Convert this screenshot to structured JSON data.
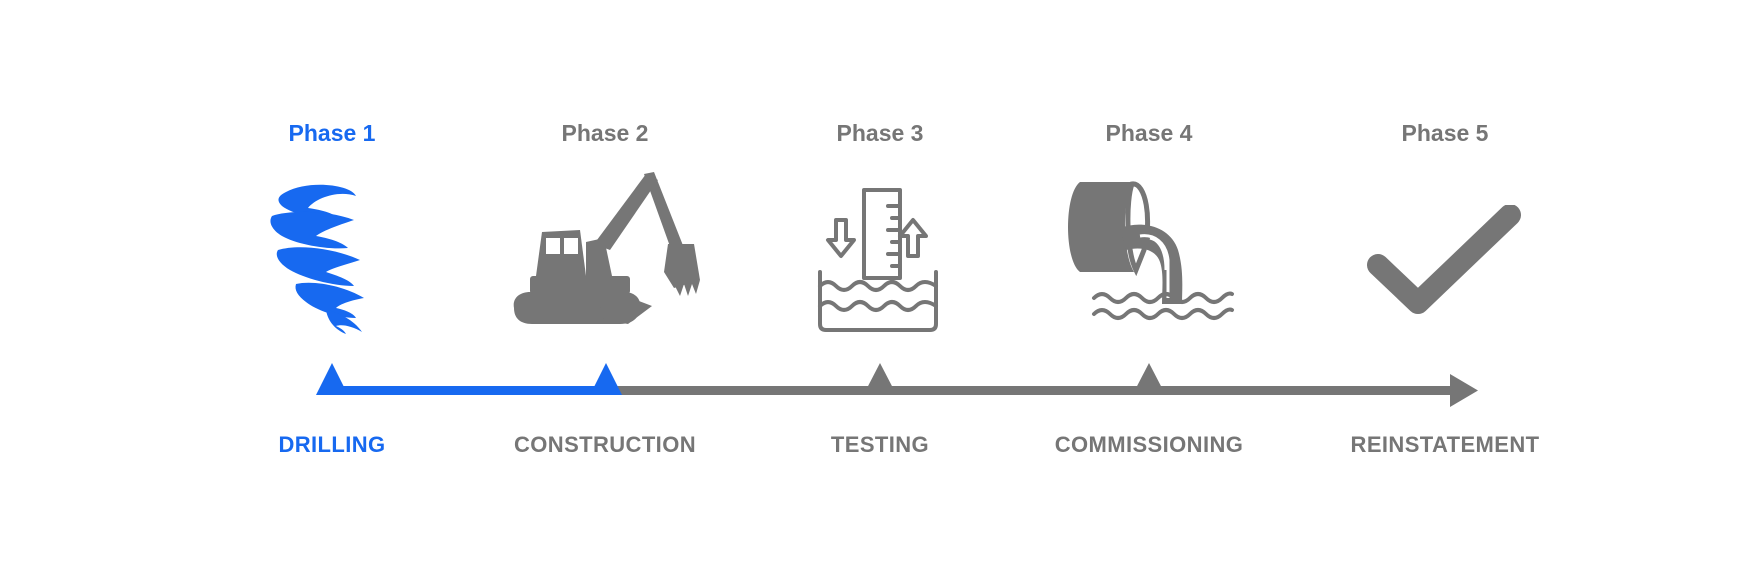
{
  "colors": {
    "active": "#1769f0",
    "inactive": "#767676"
  },
  "active_phase": 1,
  "phases": [
    {
      "phase": "Phase 1",
      "stage": "DRILLING",
      "icon": "drill-bit-icon"
    },
    {
      "phase": "Phase 2",
      "stage": "CONSTRUCTION",
      "icon": "excavator-icon"
    },
    {
      "phase": "Phase 3",
      "stage": "TESTING",
      "icon": "water-level-gauge-icon"
    },
    {
      "phase": "Phase 4",
      "stage": "COMMISSIONING",
      "icon": "outfall-pipe-icon"
    },
    {
      "phase": "Phase 5",
      "stage": "REINSTATEMENT",
      "icon": "checkmark-icon"
    }
  ]
}
